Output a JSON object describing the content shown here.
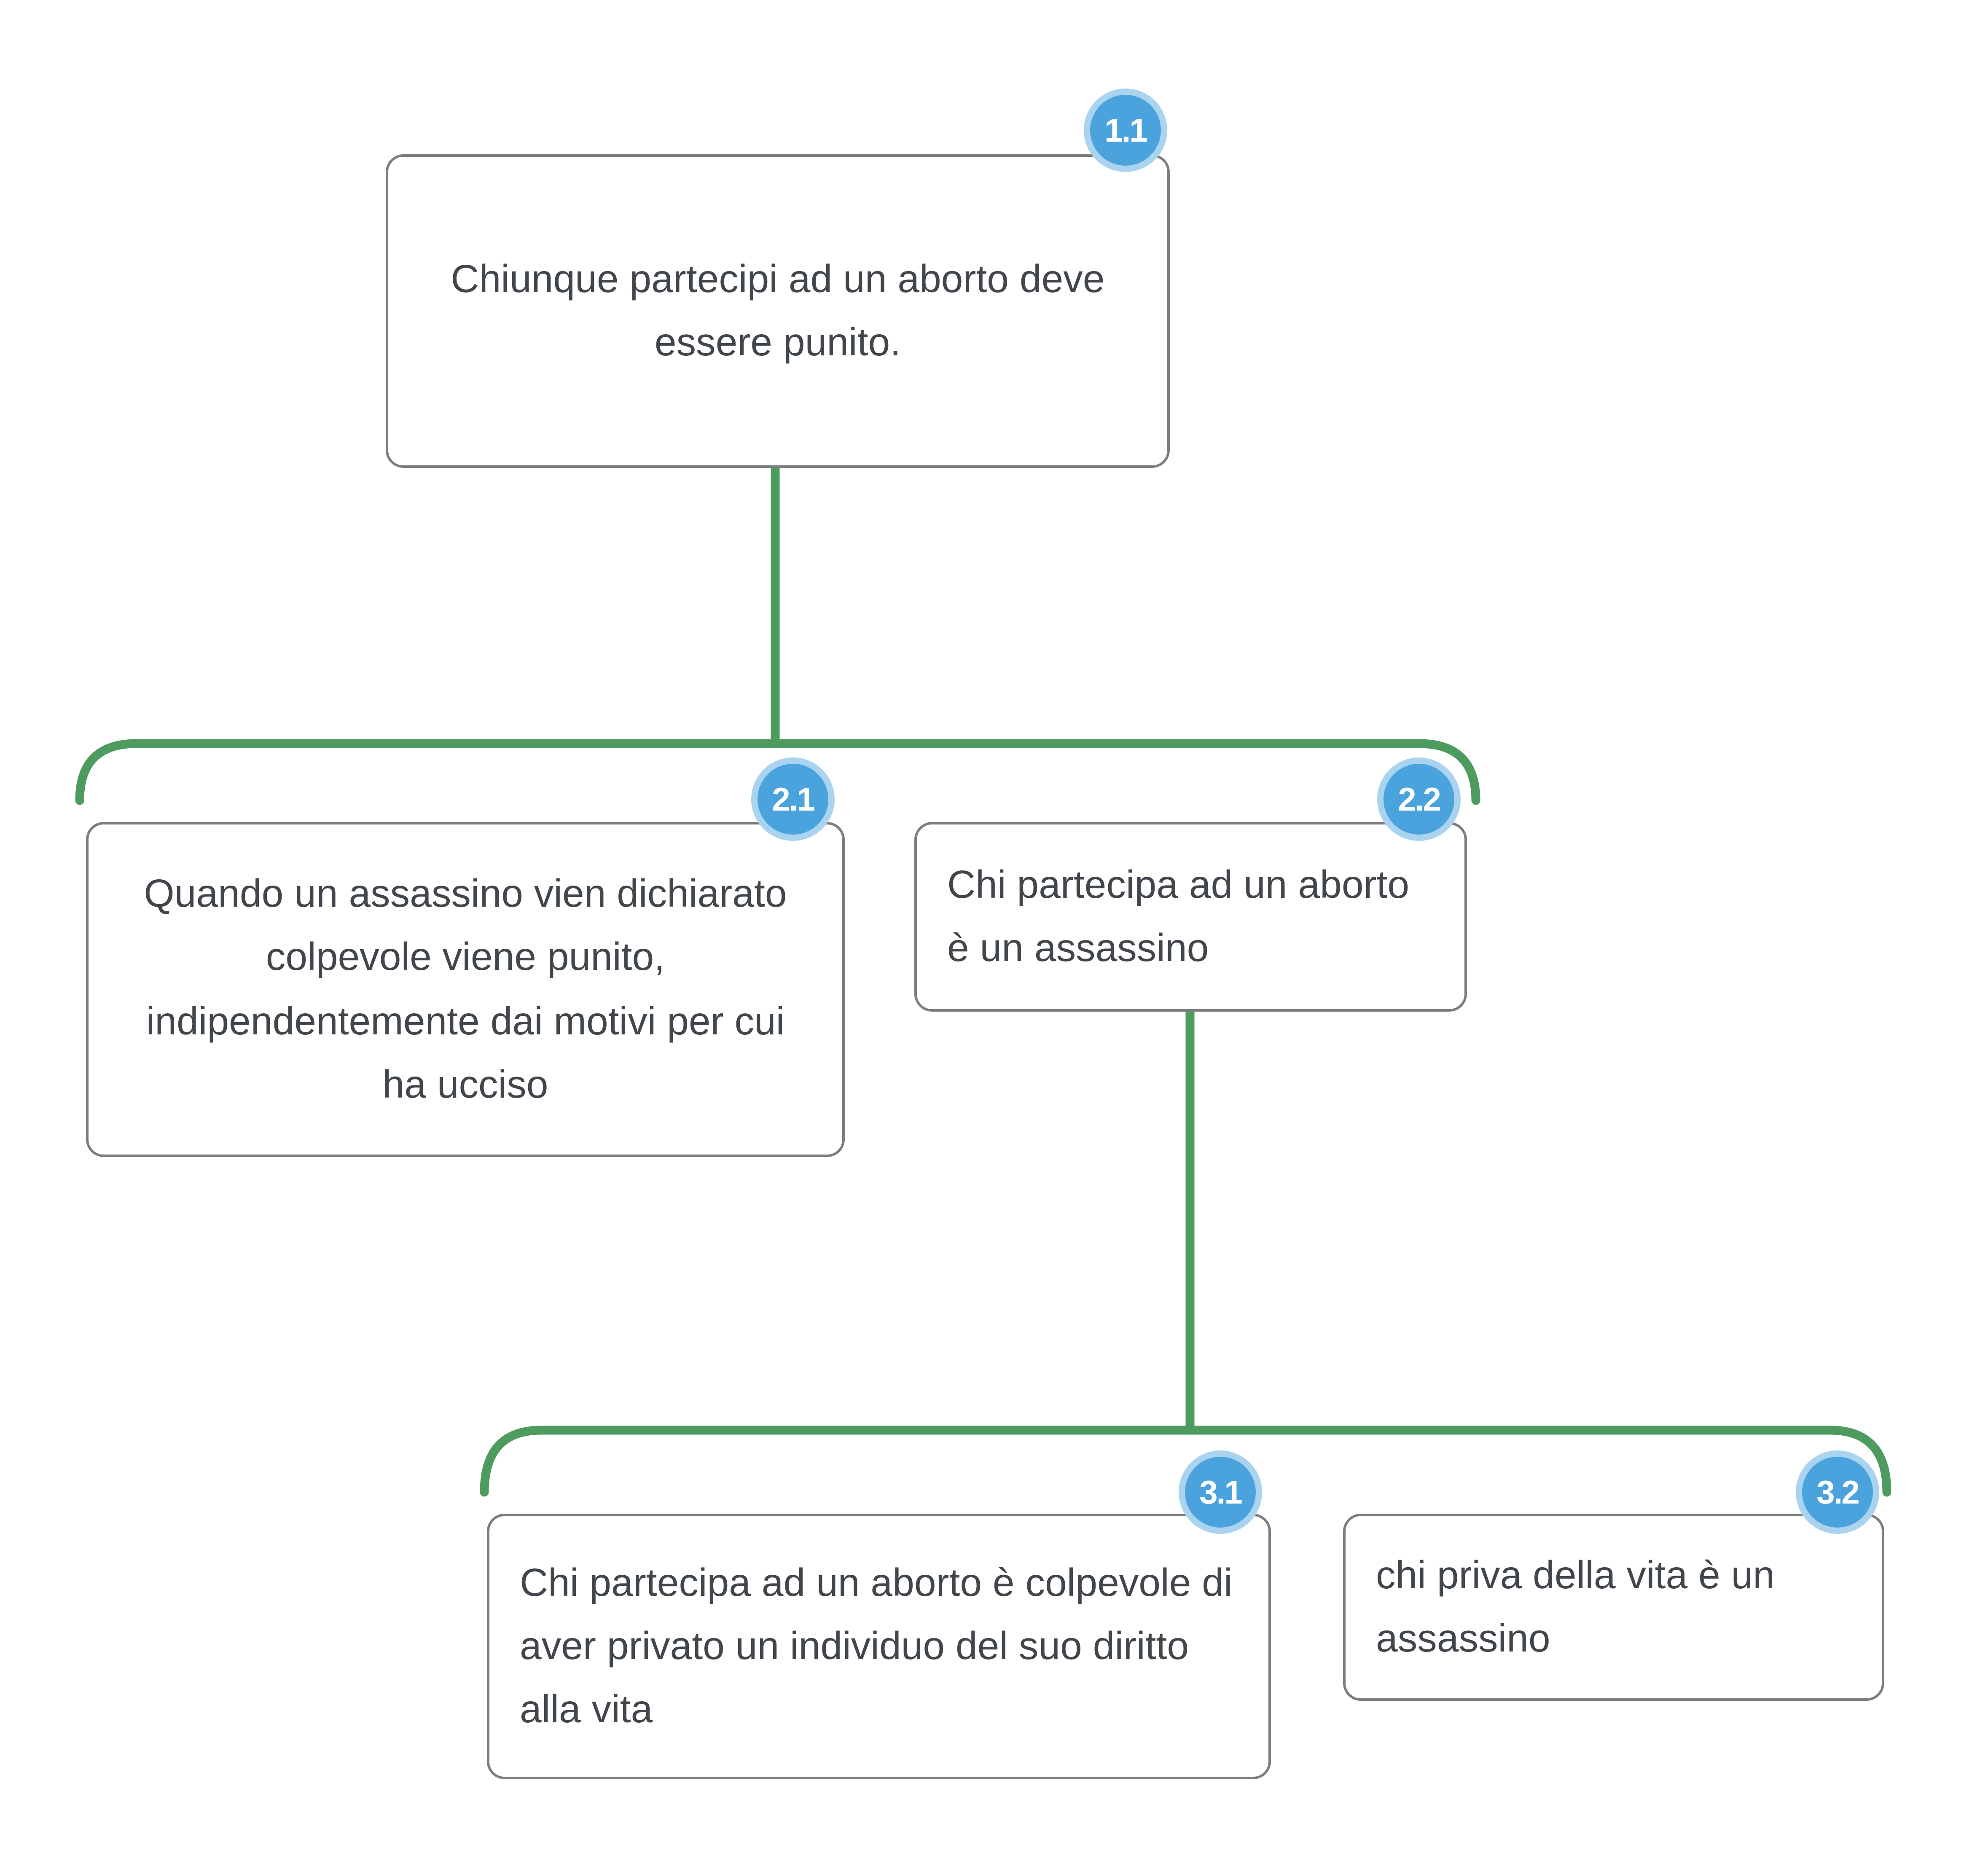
{
  "diagram": {
    "type": "argument-map",
    "language": "it",
    "nodes": [
      {
        "id": "1.1",
        "text": "Chiunque partecipi ad un aborto deve essere punito.",
        "parent": null
      },
      {
        "id": "2.1",
        "text": "Quando un assassino vien dichiarato colpevole viene punito, indipendentemente dai motivi per cui ha ucciso",
        "parent": "1.1"
      },
      {
        "id": "2.2",
        "text": "Chi partecipa ad un aborto è un assassino",
        "parent": "1.1"
      },
      {
        "id": "3.1",
        "text": "Chi partecipa ad un aborto è colpevole di aver privato un individuo del suo diritto alla vita",
        "parent": "2.2"
      },
      {
        "id": "3.2",
        "text": "chi priva della vita è un assassino",
        "parent": "2.2"
      }
    ],
    "edges": [
      [
        "1.1",
        "2.1"
      ],
      [
        "1.1",
        "2.2"
      ],
      [
        "2.2",
        "3.1"
      ],
      [
        "2.2",
        "3.2"
      ]
    ]
  },
  "colors": {
    "connector": "#4e9b5f",
    "badge_fill": "#4ba3de",
    "badge_ring": "#a9d3ef",
    "box_border": "#7d7d7d",
    "text": "#41464c"
  }
}
